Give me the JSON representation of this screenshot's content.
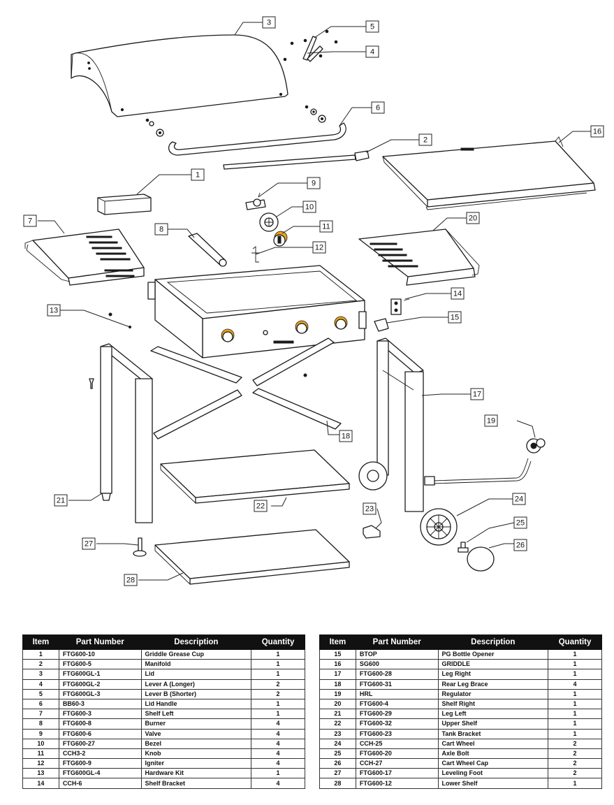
{
  "callouts": [
    "3",
    "5",
    "4",
    "6",
    "2",
    "16",
    "1",
    "9",
    "10",
    "7",
    "8",
    "11",
    "20",
    "12",
    "14",
    "13",
    "15",
    "17",
    "19",
    "18",
    "21",
    "22",
    "24",
    "23",
    "25",
    "27",
    "26",
    "28"
  ],
  "table": {
    "headers": {
      "item": "Item",
      "part_number": "Part Number",
      "description": "Description",
      "quantity": "Quantity"
    },
    "left_rows": [
      {
        "item": "1",
        "part_number": "FTG600-10",
        "description": "Griddle Grease Cup",
        "quantity": "1"
      },
      {
        "item": "2",
        "part_number": "FTG600-5",
        "description": "Manifold",
        "quantity": "1"
      },
      {
        "item": "3",
        "part_number": "FTG600GL-1",
        "description": "Lid",
        "quantity": "1"
      },
      {
        "item": "4",
        "part_number": "FTG600GL-2",
        "description": "Lever A (Longer)",
        "quantity": "2"
      },
      {
        "item": "5",
        "part_number": "FTG600GL-3",
        "description": "Lever B (Shorter)",
        "quantity": "2"
      },
      {
        "item": "6",
        "part_number": "BB60-3",
        "description": "Lid Handle",
        "quantity": "1"
      },
      {
        "item": "7",
        "part_number": "FTG600-3",
        "description": "Shelf Left",
        "quantity": "1"
      },
      {
        "item": "8",
        "part_number": "FTG600-8",
        "description": "Burner",
        "quantity": "4"
      },
      {
        "item": "9",
        "part_number": "FTG600-6",
        "description": "Valve",
        "quantity": "4"
      },
      {
        "item": "10",
        "part_number": "FTG600-27",
        "description": "Bezel",
        "quantity": "4"
      },
      {
        "item": "11",
        "part_number": "CCH3-2",
        "description": "Knob",
        "quantity": "4"
      },
      {
        "item": "12",
        "part_number": "FTG600-9",
        "description": "Igniter",
        "quantity": "4"
      },
      {
        "item": "13",
        "part_number": "FTG600GL-4",
        "description": "Hardware Kit",
        "quantity": "1"
      },
      {
        "item": "14",
        "part_number": "CCH-6",
        "description": "Shelf Bracket",
        "quantity": "4"
      }
    ],
    "right_rows": [
      {
        "item": "15",
        "part_number": "BTOP",
        "description": "PG Bottle Opener",
        "quantity": "1"
      },
      {
        "item": "16",
        "part_number": "SG600",
        "description": "GRIDDLE",
        "quantity": "1"
      },
      {
        "item": "17",
        "part_number": "FTG600-28",
        "description": "Leg Right",
        "quantity": "1"
      },
      {
        "item": "18",
        "part_number": "FTG600-31",
        "description": "Rear Leg Brace",
        "quantity": "4"
      },
      {
        "item": "19",
        "part_number": "HRL",
        "description": "Regulator",
        "quantity": "1"
      },
      {
        "item": "20",
        "part_number": "FTG600-4",
        "description": "Shelf Right",
        "quantity": "1"
      },
      {
        "item": "21",
        "part_number": "FTG600-29",
        "description": "Leg Left",
        "quantity": "1"
      },
      {
        "item": "22",
        "part_number": "FTG600-32",
        "description": "Upper Shelf",
        "quantity": "1"
      },
      {
        "item": "23",
        "part_number": "FTG600-23",
        "description": "Tank Bracket",
        "quantity": "1"
      },
      {
        "item": "24",
        "part_number": "CCH-25",
        "description": "Cart Wheel",
        "quantity": "2"
      },
      {
        "item": "25",
        "part_number": "FTG600-20",
        "description": "Axle Bolt",
        "quantity": "2"
      },
      {
        "item": "26",
        "part_number": "CCH-27",
        "description": "Cart Wheel Cap",
        "quantity": "2"
      },
      {
        "item": "27",
        "part_number": "FTG600-17",
        "description": "Leveling Foot",
        "quantity": "2"
      },
      {
        "item": "28",
        "part_number": "FTG600-12",
        "description": "Lower Shelf",
        "quantity": "1"
      }
    ]
  },
  "colors": {
    "line": "#1a1a1a",
    "knob_accent": "#e8a21a",
    "table_header_bg": "#111111",
    "table_header_text": "#ffffff"
  }
}
